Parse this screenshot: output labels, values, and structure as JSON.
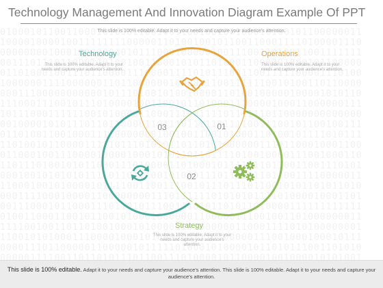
{
  "slide": {
    "title": "Technology Management And Innovation Diagram Example Of PPT",
    "subtitle": "This slide is 100% editable. Adapt it to your needs and capture your audience's attention."
  },
  "diagram": {
    "sections": [
      {
        "label": "Technology",
        "description": "This slide is 100% editable. Adapt it to your needs and capture your audience's attention.",
        "color": "#4aa89a"
      },
      {
        "label": "Operations",
        "description": "This slide is 100% editable. Adapt it to your needs and capture your audience's attention.",
        "color": "#e8a33b"
      },
      {
        "label": "Strategy",
        "description": "This slide is 100% editable. Adapt it to your needs and capture your audience's attention.",
        "color": "#8fbc5a"
      }
    ],
    "numbers": [
      "03",
      "01",
      "02"
    ],
    "icons": [
      "refresh-icon",
      "handshake-icon",
      "gears-icon"
    ]
  },
  "footer": {
    "lead": "This slide is 100% editable.",
    "text": "Adapt it to your needs and capture your audience's attention. This slide is 100% editable. Adapt it to your needs and capture your audience's attention."
  }
}
